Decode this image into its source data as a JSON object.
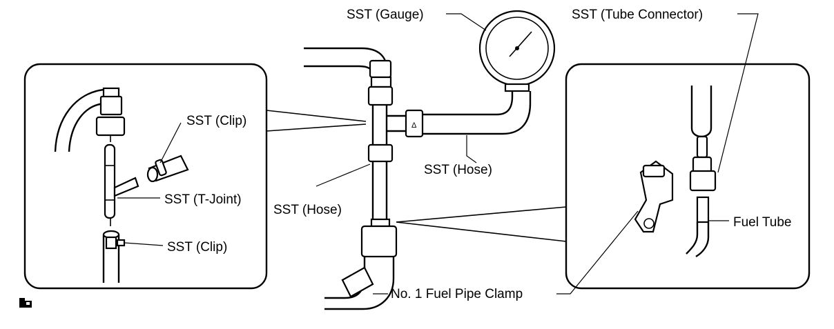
{
  "diagram": {
    "labels": {
      "sst_gauge": "SST (Gauge)",
      "sst_tube_connector": "SST (Tube Connector)",
      "sst_clip_upper": "SST (Clip)",
      "sst_t_joint": "SST (T-Joint)",
      "sst_clip_lower": "SST (Clip)",
      "sst_hose_right": "SST (Hose)",
      "sst_hose_left": "SST (Hose)",
      "fuel_tube": "Fuel Tube",
      "fuel_pipe_clamp": "No. 1 Fuel Pipe Clamp"
    },
    "footer_icon": "manual-reference-icon"
  }
}
